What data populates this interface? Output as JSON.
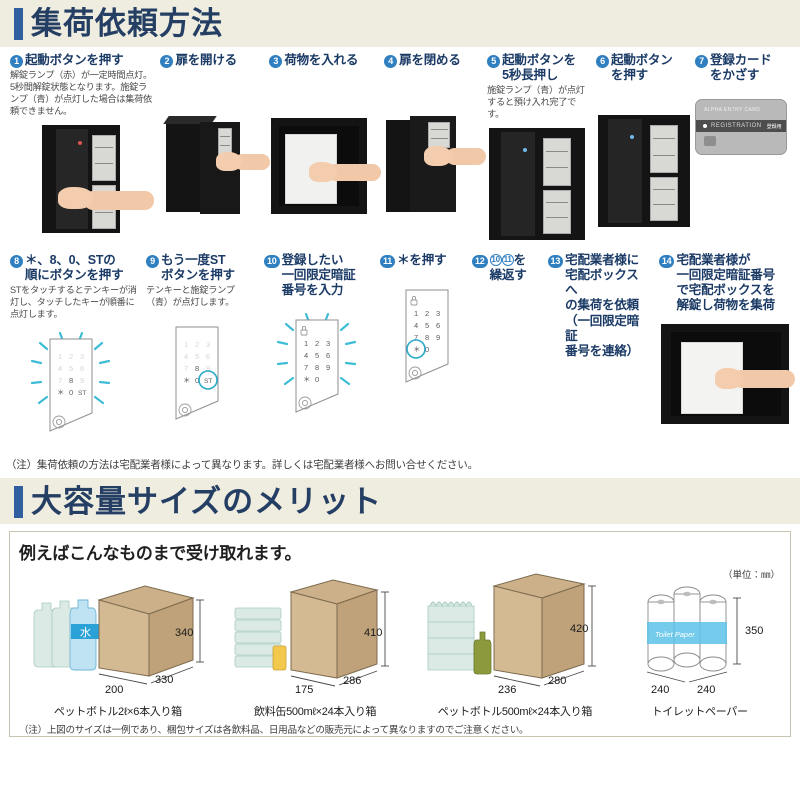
{
  "section1": {
    "title": "集荷依頼方法",
    "steps": [
      {
        "num": "1",
        "title": "起動ボタンを押す",
        "sub": "解錠ランプ（赤）が一定時間点灯。5秒間解錠状態となります。施錠ランプ（青）が点灯した場合は集荷依頼できません。",
        "visual": "photo-press-button"
      },
      {
        "num": "2",
        "title": "扉を開ける",
        "sub": "",
        "visual": "photo-open-door"
      },
      {
        "num": "3",
        "title": "荷物を入れる",
        "sub": "",
        "visual": "photo-insert-parcel"
      },
      {
        "num": "4",
        "title": "扉を閉める",
        "sub": "",
        "visual": "photo-close-door"
      },
      {
        "num": "5",
        "title": "起動ボタンを\n5秒長押し",
        "sub": "施錠ランプ（青）が点灯すると預け入れ完了です。",
        "visual": "photo-long-press"
      },
      {
        "num": "6",
        "title": "起動ボタン\nを押す",
        "sub": "",
        "visual": "photo-press-button-2"
      },
      {
        "num": "7",
        "title": "登録カード\nをかざす",
        "sub": "",
        "visual": "registration-card"
      },
      {
        "num": "8",
        "title": "＊、8、0、STの\n順にボタンを押す",
        "sub": "STをタッチするとテンキーが消灯し、タッチしたキーが順番に点灯します。",
        "visual": "keypad-rays"
      },
      {
        "num": "9",
        "title": "もう一度ST\nボタンを押す",
        "sub": "テンキーと施錠ランプ（青）が点灯します。",
        "visual": "keypad-st-highlight"
      },
      {
        "num": "10",
        "title": "登録したい\n一回限定暗証\n番号を入力",
        "sub": "",
        "visual": "keypad-full-rays"
      },
      {
        "num": "11",
        "title": "＊を押す",
        "sub": "",
        "visual": "keypad-star-highlight"
      },
      {
        "num": "12",
        "title": "を\n繰返す",
        "sub": "",
        "visual": "none",
        "inline_refs": [
          "10",
          "11"
        ]
      },
      {
        "num": "13",
        "title": "宅配業者様に\n宅配ボックスへ\nの集荷を依頼\n（一回限定暗証\n番号を連絡）",
        "sub": "",
        "visual": "none"
      },
      {
        "num": "14",
        "title": "宅配業者様が\n一回限定暗証番号\nで宅配ボックスを\n解錠し荷物を集荷",
        "sub": "",
        "visual": "photo-collect-parcel"
      }
    ],
    "keypad": {
      "rows": [
        [
          "1",
          "2",
          "3"
        ],
        [
          "4",
          "5",
          "6"
        ],
        [
          "7",
          "8",
          "9"
        ],
        [
          "＊",
          "0",
          ""
        ]
      ],
      "st_label": "ST",
      "lock_icon": "lock-icon"
    },
    "card": {
      "brand": "ALPHA ENTRY CARD",
      "strip_en": "REGISTRATION",
      "strip_jp": "登録用"
    },
    "note": "（注）集荷依頼の方法は宅配業者様によって異なります。詳しくは宅配業者様へお問い合せください。"
  },
  "section2": {
    "title": "大容量サイズのメリット",
    "subtitle": "例えばこんなものまで受け取れます。",
    "unit_note": "（単位：㎜）",
    "items": [
      {
        "caption": "ペットボトル2ℓ×6本入り箱",
        "height": "340",
        "width": "200",
        "depth": "330",
        "visual": "carton-with-bottles"
      },
      {
        "caption": "飲料缶500mℓ×24本入り箱",
        "height": "410",
        "width": "175",
        "depth": "286",
        "visual": "carton-with-cans"
      },
      {
        "caption": "ペットボトル500mℓ×24本入り箱",
        "height": "420",
        "width": "236",
        "depth": "280",
        "visual": "carton-with-small-bottles"
      },
      {
        "caption": "トイレットペーパー",
        "height": "350",
        "width": "240",
        "depth": "240",
        "visual": "toilet-paper-pack",
        "pack_label": "Toilet Paper"
      }
    ],
    "note": "（注）上図のサイズは一例であり、梱包サイズは各飲料品、日用品などの販売元によって異なりますのでご注意ください。"
  },
  "colors": {
    "band_bg": "#efece0",
    "title_blue": "#243f63",
    "accent_bar": "#2f5f9e",
    "badge_blue": "#2f7fc1",
    "ray_cyan": "#3fbcd6",
    "carton": "#d4ba93"
  }
}
